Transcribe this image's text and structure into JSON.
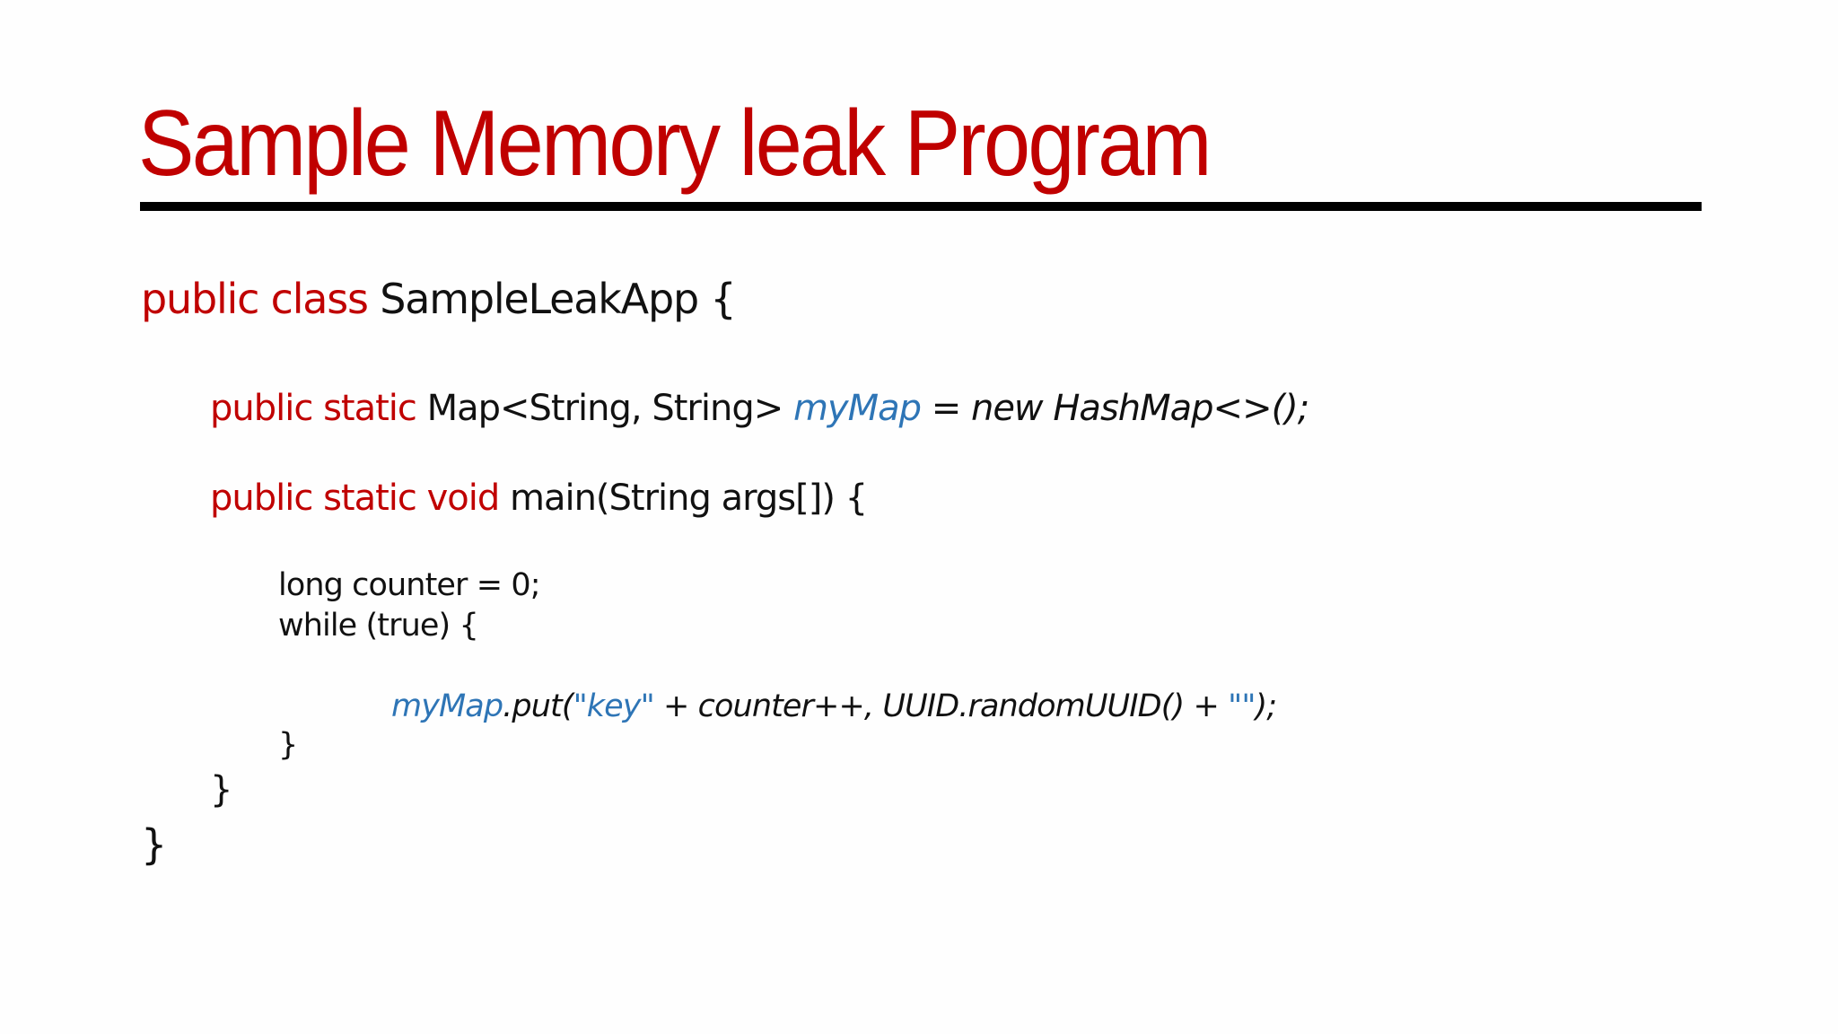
{
  "slide": {
    "title": "Sample Memory leak Program",
    "colors": {
      "title": "#c00000",
      "keyword": "#c00000",
      "identifier": "#2e75b6",
      "text": "#111111",
      "rule": "#000000"
    },
    "code": {
      "line1": {
        "keyword": "public class",
        "rest": " SampleLeakApp {"
      },
      "line2": {
        "keyword": "public static",
        "type": " Map<String, String> ",
        "var": "myMap",
        "rest": " = new HashMap<>();"
      },
      "line3": {
        "keyword": "public static void",
        "rest": " main(String args[]) {"
      },
      "line4": "long counter = 0;",
      "line5": "while (true) {",
      "line6": {
        "var": "myMap",
        "put": ".put(",
        "key_string": "\"key\"",
        "middle": " + counter++, UUID.randomUUID() + ",
        "empty_string": "\"\"",
        "end": ");"
      },
      "line7": "}",
      "line8": "}",
      "line9": "}"
    }
  }
}
